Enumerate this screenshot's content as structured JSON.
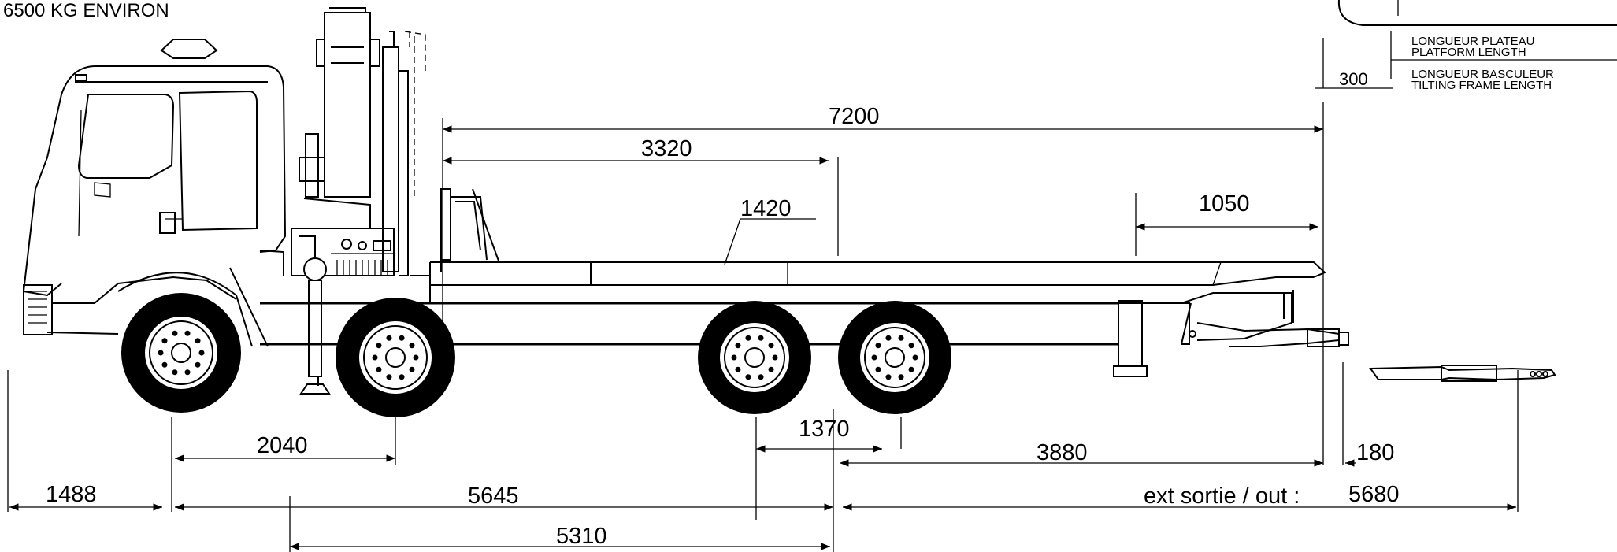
{
  "header": {
    "capacity": "6500 KG  ENVIRON"
  },
  "legend": {
    "platform_fr": "LONGUEUR PLATEAU",
    "platform_en": "PLATFORM LENGTH",
    "tilting_fr": "LONGUEUR BASCULEUR",
    "tilting_en": "TILTING FRAME LENGTH",
    "offset": "300"
  },
  "dimensions": {
    "d7200": "7200",
    "d3320": "3320",
    "d1420": "1420",
    "d1050": "1050",
    "d2040": "2040",
    "d1370": "1370",
    "d3880": "3880",
    "d180": "180",
    "d1488": "1488",
    "d5645": "5645",
    "d5310": "5310",
    "ext_label": "ext  sortie / out  :",
    "d5680": "5680"
  }
}
